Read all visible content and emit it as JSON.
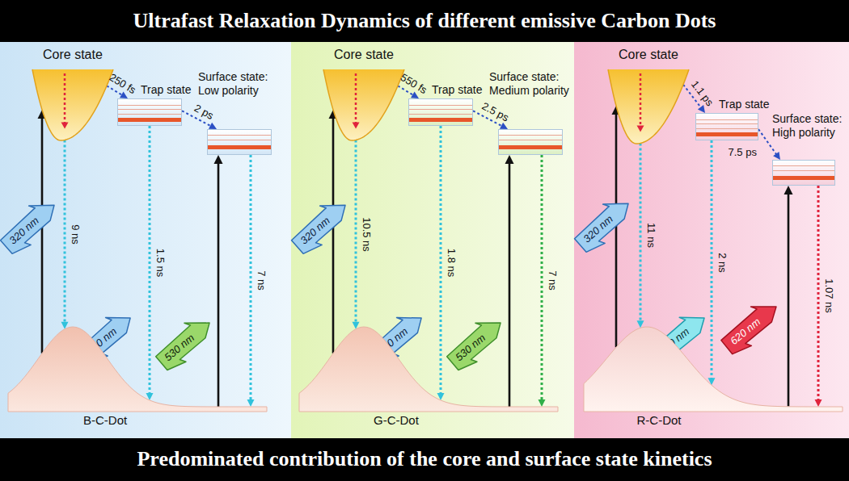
{
  "diagram": {
    "title": "Ultrafast Relaxation Dynamics of different emissive Carbon Dots",
    "caption": "Predominated contribution of the core and surface state kinetics",
    "nodes": [
      {
        "text": [
          "Core state"
        ]
      },
      {
        "text": [
          "Trap state"
        ]
      },
      {
        "text": [
          "Surface state: Low polarity"
        ]
      },
      {
        "text": [
          "320 nm"
        ]
      },
      {
        "text": [
          "400 nm"
        ]
      },
      {
        "text": [
          "530 nm"
        ]
      },
      {
        "text": [
          "B-C-Dot"
        ]
      },
      {
        "text": [
          "Core state"
        ]
      },
      {
        "text": [
          "Trap state"
        ]
      },
      {
        "text": [
          "Surface state: Medium polarity"
        ]
      },
      {
        "text": [
          "320 nm"
        ]
      },
      {
        "text": [
          "400 nm"
        ]
      },
      {
        "text": [
          "530 nm"
        ]
      },
      {
        "text": [
          "G-C-Dot"
        ]
      },
      {
        "text": [
          "Core state"
        ]
      },
      {
        "text": [
          "Trap state"
        ]
      },
      {
        "text": [
          "Surface state: High polarity"
        ]
      },
      {
        "text": [
          "320 nm"
        ]
      },
      {
        "text": [
          "500 nm"
        ]
      },
      {
        "text": [
          "620 nm"
        ]
      },
      {
        "text": [
          "R-C-Dot"
        ]
      }
    ],
    "edges": [
      {
        "from": 6,
        "to": 0,
        "arrow": "to"
      },
      {
        "from": 0,
        "to": 1,
        "label": "250 fs",
        "arrow": "to"
      },
      {
        "from": 1,
        "to": 2,
        "label": "2 ps",
        "arrow": "to"
      },
      {
        "from": 0,
        "to": 6,
        "label": "9 ns",
        "arrow": "to"
      },
      {
        "from": 1,
        "to": 6,
        "label": "1.5 ns",
        "arrow": "to"
      },
      {
        "from": 6,
        "to": 2,
        "arrow": "to"
      },
      {
        "from": 2,
        "to": 6,
        "label": "7 ns",
        "arrow": "to"
      },
      {
        "from": 13,
        "to": 7,
        "arrow": "to"
      },
      {
        "from": 7,
        "to": 8,
        "label": "550 fs",
        "arrow": "to"
      },
      {
        "from": 8,
        "to": 9,
        "label": "2.5 ps",
        "arrow": "to"
      },
      {
        "from": 7,
        "to": 13,
        "label": "10.5 ns",
        "arrow": "to"
      },
      {
        "from": 8,
        "to": 13,
        "label": "1.8 ns",
        "arrow": "to"
      },
      {
        "from": 13,
        "to": 9,
        "arrow": "to"
      },
      {
        "from": 9,
        "to": 13,
        "label": "7 ns",
        "arrow": "to"
      },
      {
        "from": 20,
        "to": 14,
        "arrow": "to"
      },
      {
        "from": 14,
        "to": 15,
        "label": "1.1 ps",
        "arrow": "to"
      },
      {
        "from": 15,
        "to": 16,
        "label": "7.5 ps",
        "arrow": "to"
      },
      {
        "from": 14,
        "to": 20,
        "label": "11 ns",
        "arrow": "to"
      },
      {
        "from": 15,
        "to": 20,
        "label": "2 ns",
        "arrow": "to"
      },
      {
        "from": 20,
        "to": 16,
        "arrow": "to"
      },
      {
        "from": 16,
        "to": 20,
        "label": "1.07 ns",
        "arrow": "to"
      }
    ]
  }
}
